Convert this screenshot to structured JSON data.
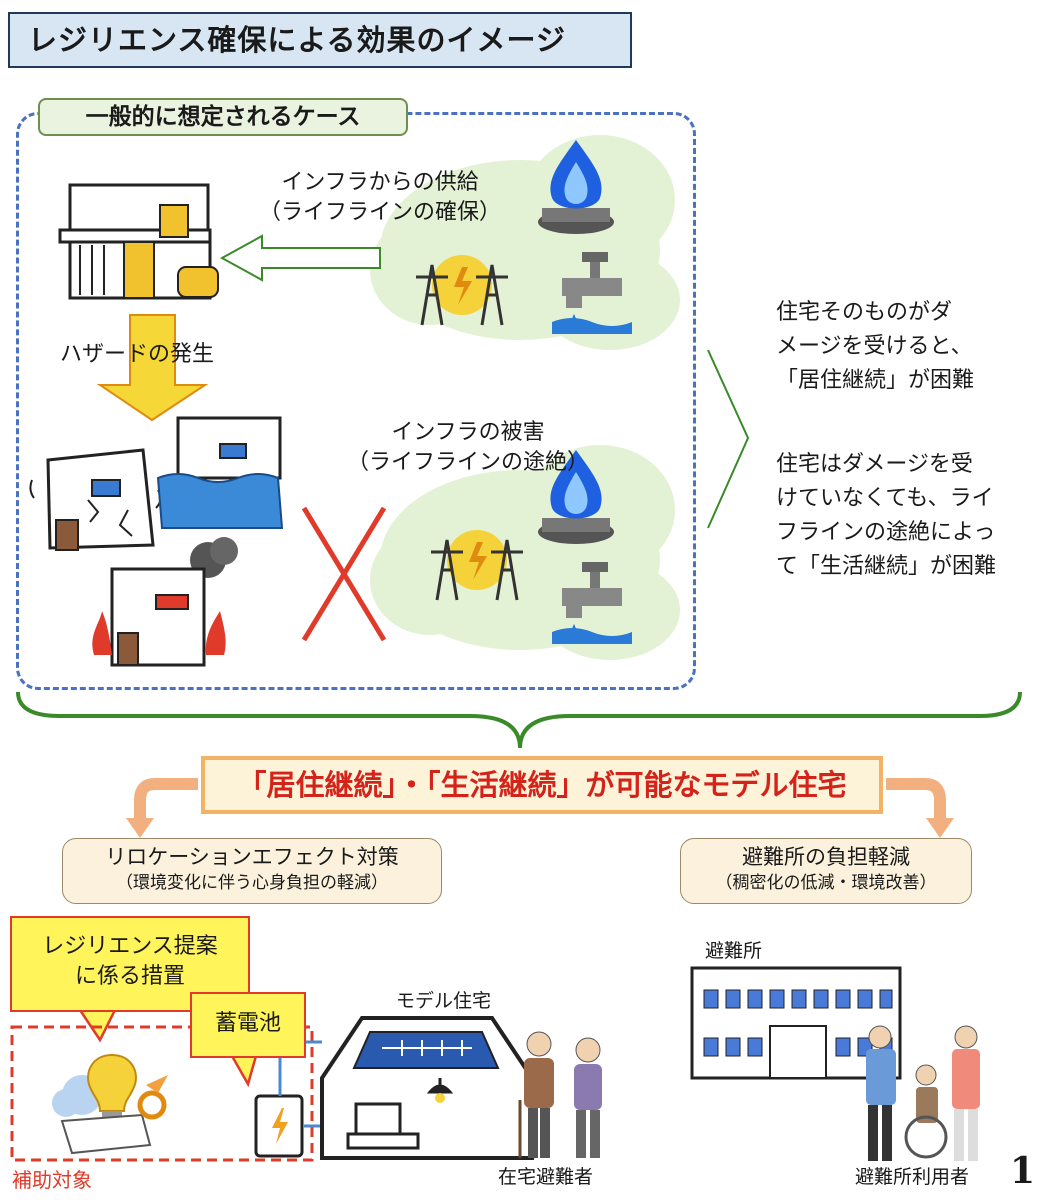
{
  "title": "レジリエンス確保による効果のイメージ",
  "case_label": "一般的に想定されるケース",
  "supply": {
    "line1": "インフラからの供給",
    "line2": "（ライフラインの確保）"
  },
  "hazard": "ハザードの発生",
  "damage": {
    "line1": "インフラの被害",
    "line2": "（ライフラインの途絶）"
  },
  "side_text": {
    "p1": [
      "住宅そのものがダ",
      "メージを受けると、",
      "「居住継続」が困難"
    ],
    "p2": [
      "住宅はダメージを受",
      "けていなくても、ライ",
      "フラインの途絶によっ",
      "て「生活継続」が困難"
    ]
  },
  "banner": "「居住継続」・「生活継続」が可能なモデル住宅",
  "left_box": {
    "main": "リロケーションエフェクト対策",
    "note": "（環境変化に伴う心身負担の軽減）"
  },
  "right_box": {
    "main": "避難所の負担軽減",
    "note": "（稠密化の低減・環境改善）"
  },
  "callout_measures": {
    "line1": "レジリエンス提案",
    "line2": "に係る措置"
  },
  "callout_battery": "蓄電池",
  "model_house": "モデル住宅",
  "shelter": "避難所",
  "home_evacuees": "在宅避難者",
  "shelter_users": "避難所利用者",
  "subsidy": "補助対象",
  "page_number": "1",
  "colors": {
    "red": "#e03a2a",
    "green": "#3a8a2a",
    "blue_dash": "#4a72c0",
    "banner_text": "#d4231a",
    "arrow_orange": "#f2b080"
  },
  "icons": [
    "flame-icon",
    "power-tower-icon",
    "faucet-icon",
    "house-icon",
    "damaged-house-icon",
    "flooded-house-icon",
    "burning-house-icon",
    "x-mark-icon",
    "shelter-building-icon",
    "lightbulb-icon",
    "battery-icon",
    "people-icon"
  ]
}
